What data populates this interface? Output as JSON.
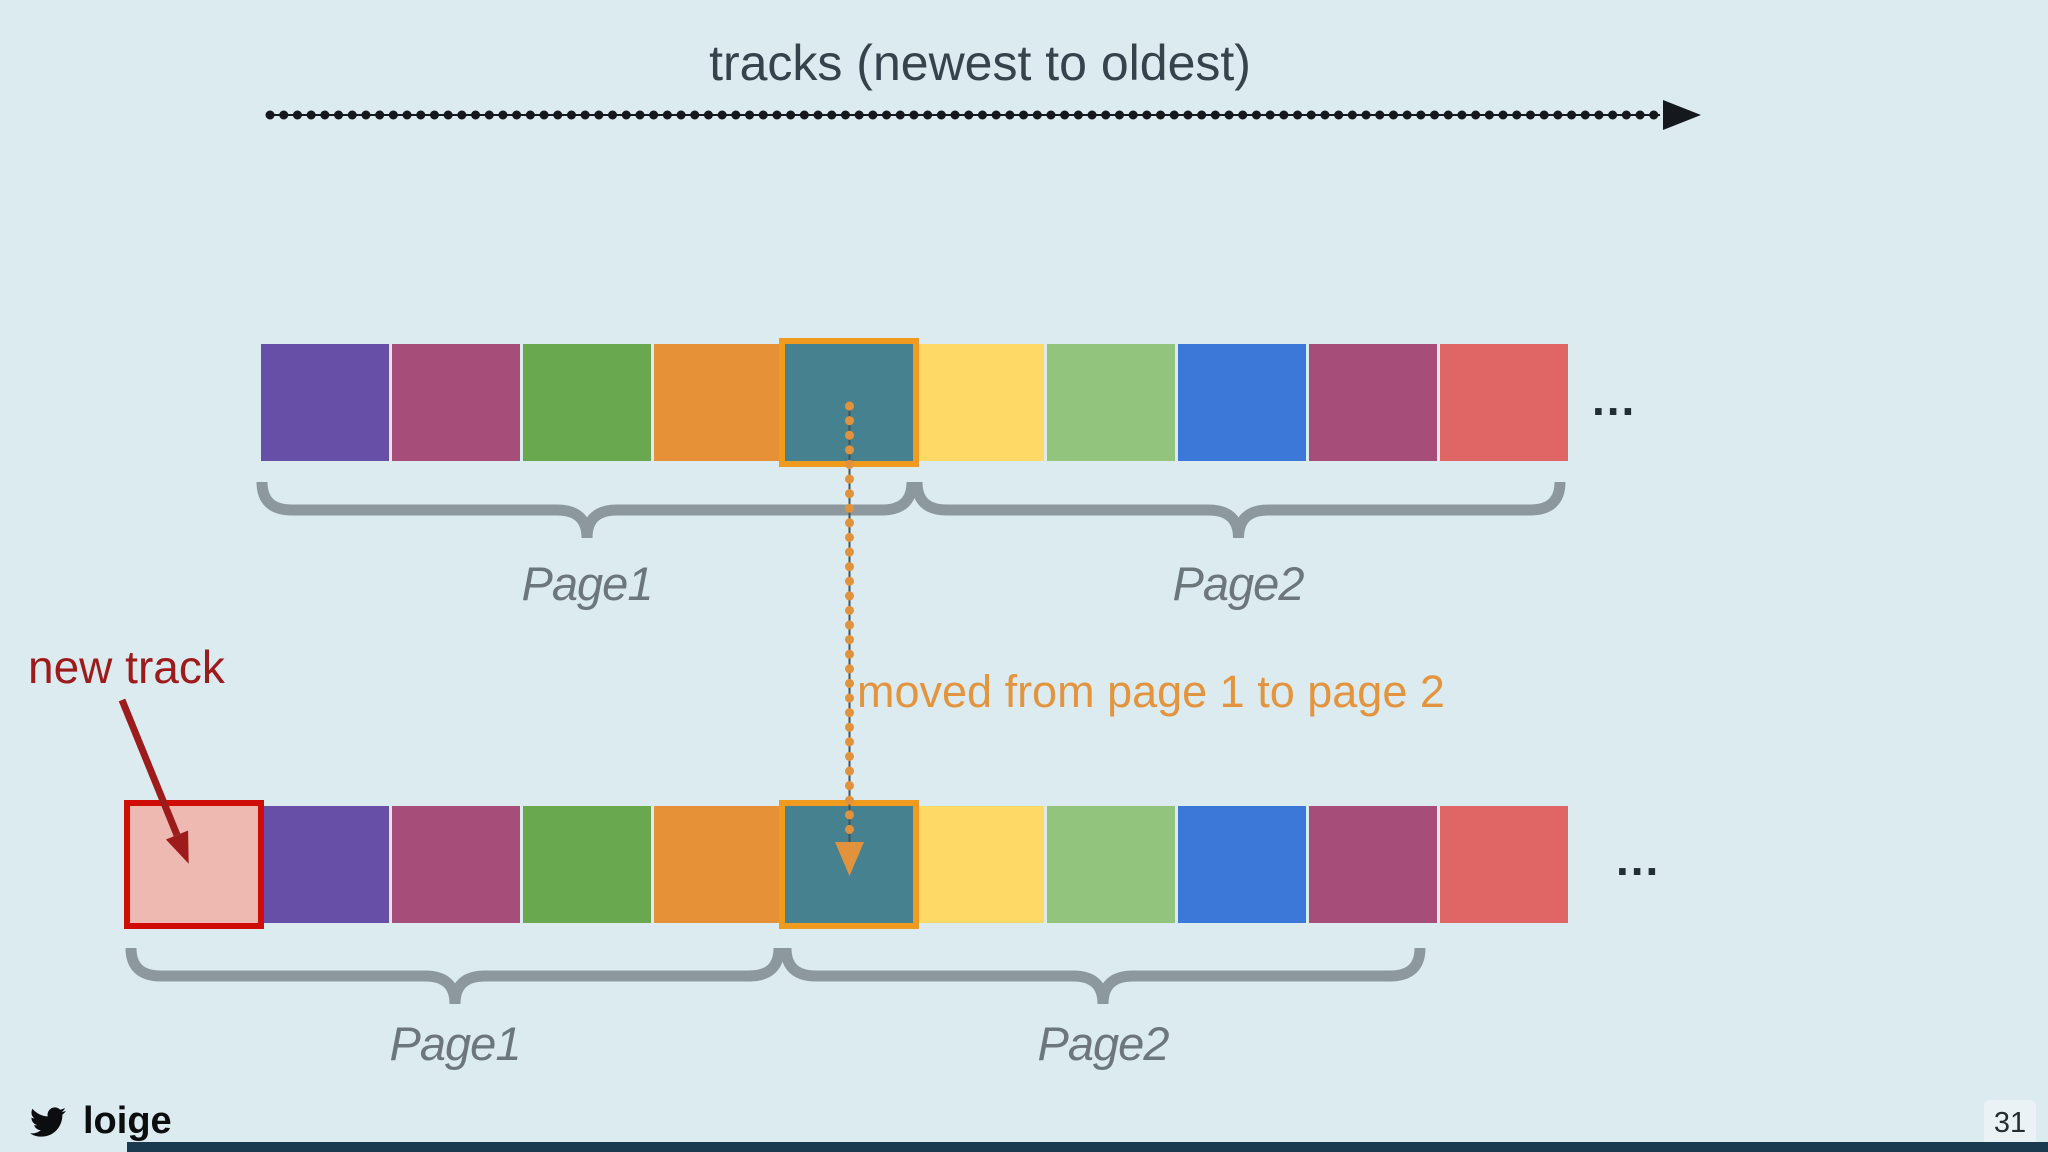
{
  "slide": {
    "title": "tracks (newest to oldest)",
    "page_number": "31",
    "footer_handle": "loige",
    "colors": {
      "background": "#dcebf0",
      "title_text": "#36424c",
      "arrow_black": "#15191d",
      "brace_gray": "#8d989e",
      "page_label_gray": "#6c767b",
      "new_track_red": "#9d1b1b",
      "moved_orange": "#e2953e",
      "highlight_orange": "#f09b1e",
      "highlight_red": "#cf0d04",
      "progress_bar": "#1b3a50"
    }
  },
  "annotations": {
    "new_track_label": "new track",
    "moved_label": "moved from page 1 to page 2",
    "ellipsis": "..."
  },
  "rows": {
    "top": {
      "blocks": [
        {
          "name": "track-purple",
          "color": "#674ea7"
        },
        {
          "name": "track-magenta",
          "color": "#a64d79"
        },
        {
          "name": "track-green",
          "color": "#6aa84f"
        },
        {
          "name": "track-orange",
          "color": "#e69138"
        },
        {
          "name": "track-teal-moved",
          "color": "#45818e",
          "highlight": "orange"
        },
        {
          "name": "track-yellow",
          "color": "#ffd966"
        },
        {
          "name": "track-lightgreen",
          "color": "#93c47d"
        },
        {
          "name": "track-blue",
          "color": "#3c78d8"
        },
        {
          "name": "track-maroon",
          "color": "#a64d79"
        },
        {
          "name": "track-red",
          "color": "#e06666"
        }
      ],
      "pages": [
        {
          "label": "Page1"
        },
        {
          "label": "Page2"
        }
      ]
    },
    "bottom": {
      "blocks": [
        {
          "name": "track-new",
          "color": "#eeb9b0",
          "highlight": "red"
        },
        {
          "name": "track-purple",
          "color": "#674ea7"
        },
        {
          "name": "track-magenta",
          "color": "#a64d79"
        },
        {
          "name": "track-green",
          "color": "#6aa84f"
        },
        {
          "name": "track-orange",
          "color": "#e69138"
        },
        {
          "name": "track-teal-moved",
          "color": "#45818e",
          "highlight": "orange"
        },
        {
          "name": "track-yellow",
          "color": "#ffd966"
        },
        {
          "name": "track-lightgreen",
          "color": "#93c47d"
        },
        {
          "name": "track-blue",
          "color": "#3c78d8"
        },
        {
          "name": "track-maroon",
          "color": "#a64d79"
        },
        {
          "name": "track-red",
          "color": "#e06666"
        }
      ],
      "pages": [
        {
          "label": "Page1"
        },
        {
          "label": "Page2"
        }
      ]
    }
  }
}
